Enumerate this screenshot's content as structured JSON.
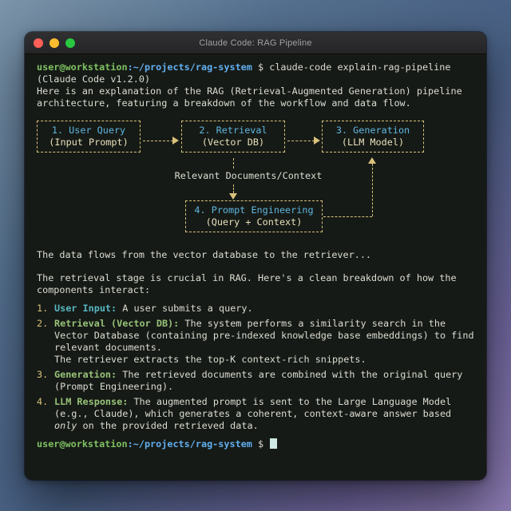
{
  "window": {
    "title": "Claude Code: RAG Pipeline"
  },
  "colors": {
    "prompt_user_green": "#7ec162",
    "prompt_path_blue": "#61aff0",
    "diagram_yellow": "#d8c27a",
    "box_title_cyan": "#5fb7e0",
    "box_sub_cream": "#e8e0bb",
    "list_label_cyan": "#56b6c2",
    "list_label_green": "#98c379",
    "body_text": "#dcdcd2",
    "terminal_background": "#161a16",
    "cursor": "#cfe8e4",
    "traffic_red": "#ff5f57",
    "traffic_yellow": "#febc2e",
    "traffic_green": "#28c840"
  },
  "terminal": {
    "prompt": {
      "user": "user@workstation",
      "path": ":~/projects/rag-system",
      "command": " $ claude-code explain-rag-pipeline"
    },
    "version_line": "(Claude Code v1.2.0)",
    "intro": "Here is an explanation of the RAG (Retrieval-Augmented Generation) pipeline architecture, featuring a breakdown of the workflow and data flow.",
    "flow_note": "The data flows from the vector database to the retriever...",
    "breakdown_intro": "The retrieval stage is crucial in RAG. Here's a clean breakdown of how the components interact:",
    "list": [
      {
        "num": "1.",
        "label": "User Input:",
        "text": "A user submits a query."
      },
      {
        "num": "2.",
        "label": "Retrieval (Vector DB):",
        "text": "The system performs a similarity search in the Vector Database (containing pre-indexed knowledge base embeddings) to find relevant documents.",
        "text2": "The retriever extracts the top-K context-rich snippets."
      },
      {
        "num": "3.",
        "label": "Generation:",
        "text": "The retrieved documents are combined with the original query (Prompt Engineering)."
      },
      {
        "num": "4.",
        "label": "LLM Response:",
        "text_pre": "The augmented prompt is sent to the Large Language Model (e.g., Claude), which generates a coherent, context-aware answer based ",
        "text_em": "only",
        "text_post": " on the provided retrieved data."
      }
    ],
    "final_prompt": {
      "user": "user@workstation",
      "path": ":~/projects/rag-system",
      "dollar": " $ "
    }
  },
  "diagram": {
    "boxes": [
      {
        "title": "1. User Query",
        "sub": "(Input Prompt)"
      },
      {
        "title": "2. Retrieval",
        "sub": "(Vector DB)"
      },
      {
        "title": "3. Generation",
        "sub": "(LLM Model)"
      },
      {
        "title": "4. Prompt Engineering",
        "sub": "(Query + Context)"
      }
    ],
    "edge_label": "Relevant Documents/Context"
  }
}
